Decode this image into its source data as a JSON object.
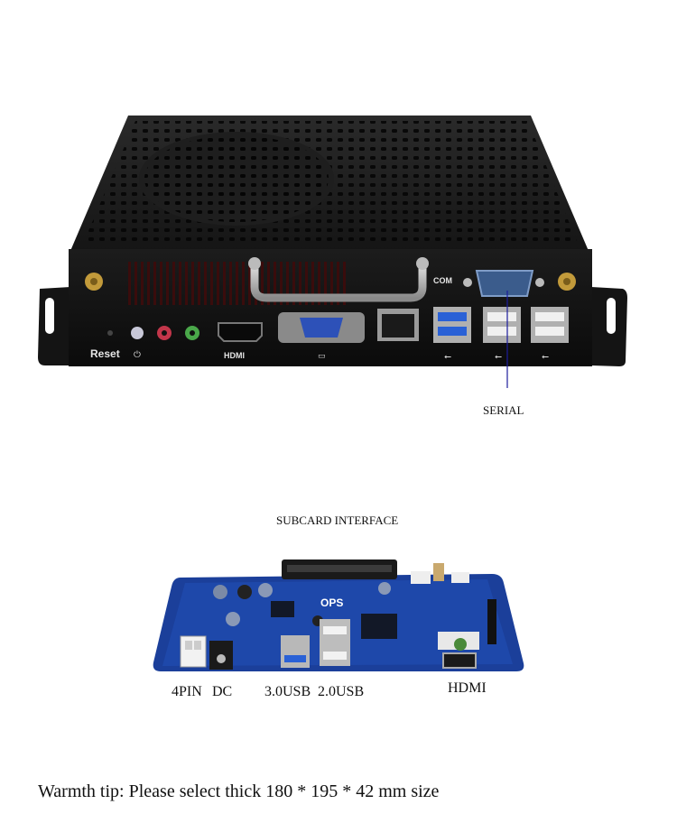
{
  "device": {
    "port_labels": {
      "reset": "Reset",
      "hdmi": "HDMI",
      "com": "COM"
    }
  },
  "callouts": {
    "serial": "SERIAL",
    "subcard_interface": "SUBCARD INTERFACE"
  },
  "board": {
    "silkscreen": "OPS",
    "port_labels": {
      "power_4pin": "4PIN",
      "dc": "DC",
      "usb3": "3.0USB",
      "usb2": "2.0USB",
      "hdmi": "HDMI"
    }
  },
  "footer": {
    "tip": "Warmth tip: Please select thick 180 * 195 * 42 mm size"
  }
}
